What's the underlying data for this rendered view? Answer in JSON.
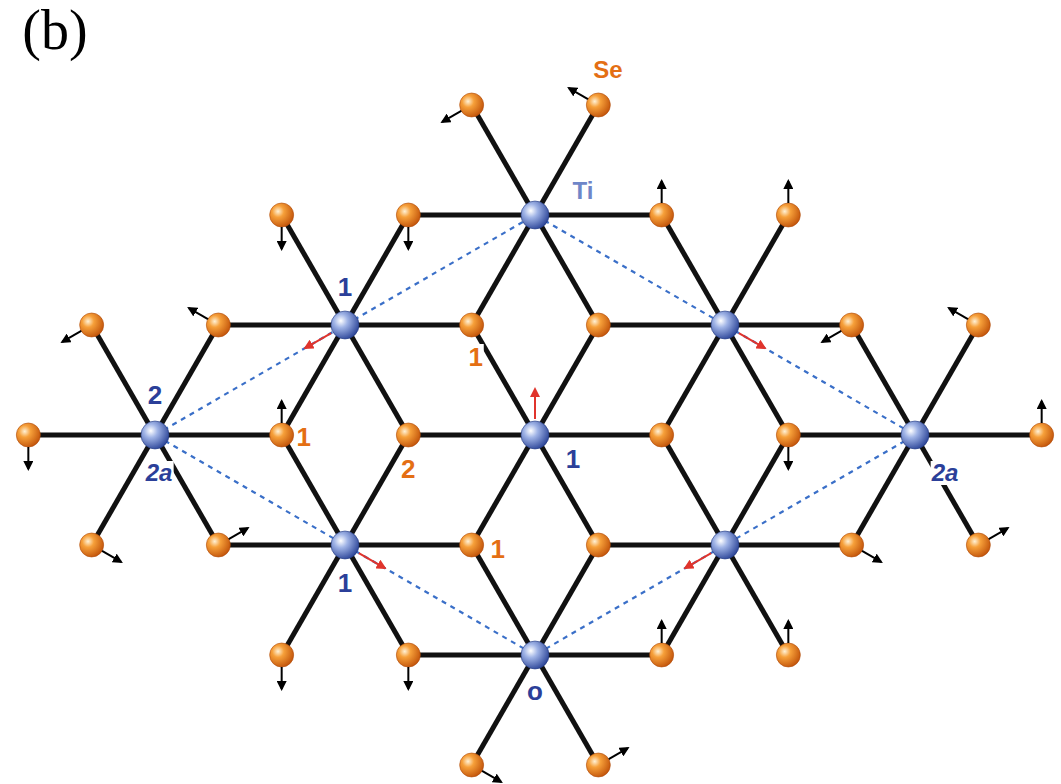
{
  "diagram": {
    "labels": [
      "(b)",
      "Se",
      "Ti",
      "1",
      "2",
      "1",
      "1",
      "2a",
      "2",
      "1",
      "1",
      "1",
      "2a",
      "o"
    ]
  }
}
